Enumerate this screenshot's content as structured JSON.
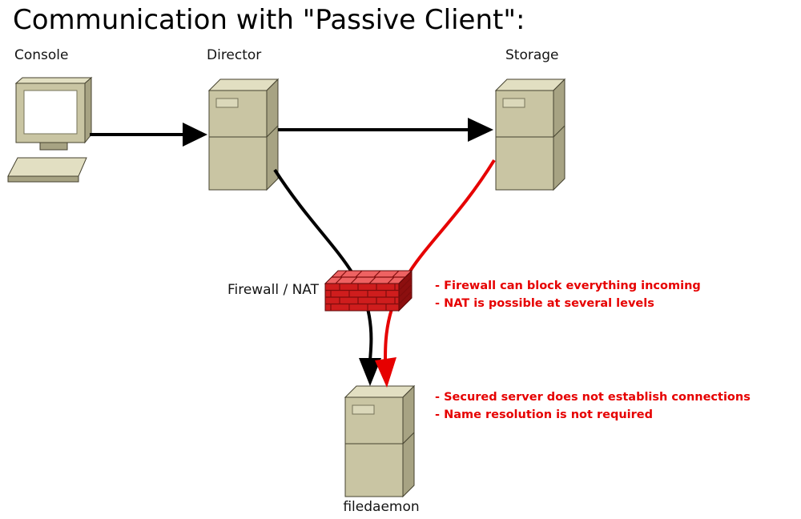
{
  "title": "Communication with \"Passive Client\":",
  "nodes": {
    "console": {
      "label": "Console"
    },
    "director": {
      "label": "Director"
    },
    "storage": {
      "label": "Storage"
    },
    "firewall": {
      "label": "Firewall / NAT"
    },
    "filedaemon": {
      "label": "filedaemon"
    }
  },
  "annotations": {
    "firewall": {
      "line1": "- Firewall can block everything incoming",
      "line2": "- NAT is possible at several levels"
    },
    "filedaemon": {
      "line1": "- Secured server does not establish connections",
      "line2": "- Name resolution is not required"
    }
  },
  "colors": {
    "annotation-red": "#e60000",
    "arrow-red": "#e60000",
    "arrow-black": "#000000",
    "server-front": "#c9c5a3",
    "server-top": "#e2dfc2",
    "server-side": "#a7a383",
    "server-outline": "#45422f",
    "server-slot": "#dbd8ba",
    "firewall-front": "#cf1d1d",
    "firewall-top": "#ee6262",
    "firewall-side": "#8c0f0f",
    "screen-white": "#ffffff"
  }
}
